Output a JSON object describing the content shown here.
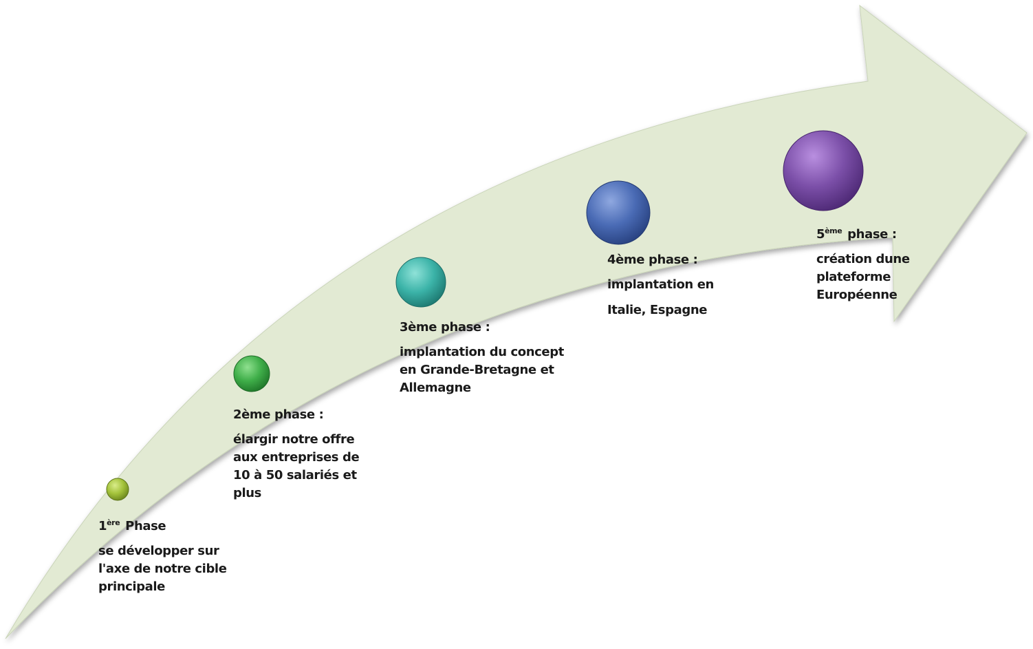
{
  "phases": [
    {
      "title_prefix": "1",
      "title_sup": "ère",
      "title_rest": " Phase",
      "desc_lines": [
        "se développer sur",
        "l'axe de notre cible",
        "principale"
      ],
      "color": "#a3c23a"
    },
    {
      "title_prefix": "2ème phase :",
      "title_sup": "",
      "title_rest": "",
      "desc_lines": [
        "élargir notre offre",
        "aux entreprises de",
        "10 à 50 salariés et",
        "plus"
      ],
      "color": "#3fae49"
    },
    {
      "title_prefix": "3ème phase :",
      "title_sup": "",
      "title_rest": "",
      "desc_lines": [
        "implantation du concept",
        "en Grande-Bretagne et",
        "Allemagne"
      ],
      "color": "#3bb3a8"
    },
    {
      "title_prefix": "4ème phase :",
      "title_sup": "",
      "title_rest": "",
      "desc_lines": [
        "implantation en",
        "Italie, Espagne"
      ],
      "color": "#4a6bb5"
    },
    {
      "title_prefix": "5",
      "title_sup": "ème",
      "title_rest": " phase :",
      "desc_lines": [
        "création dune",
        "plateforme",
        "Européenne"
      ],
      "color": "#7b4fa8"
    }
  ],
  "arrow_color": "#e2ead3"
}
